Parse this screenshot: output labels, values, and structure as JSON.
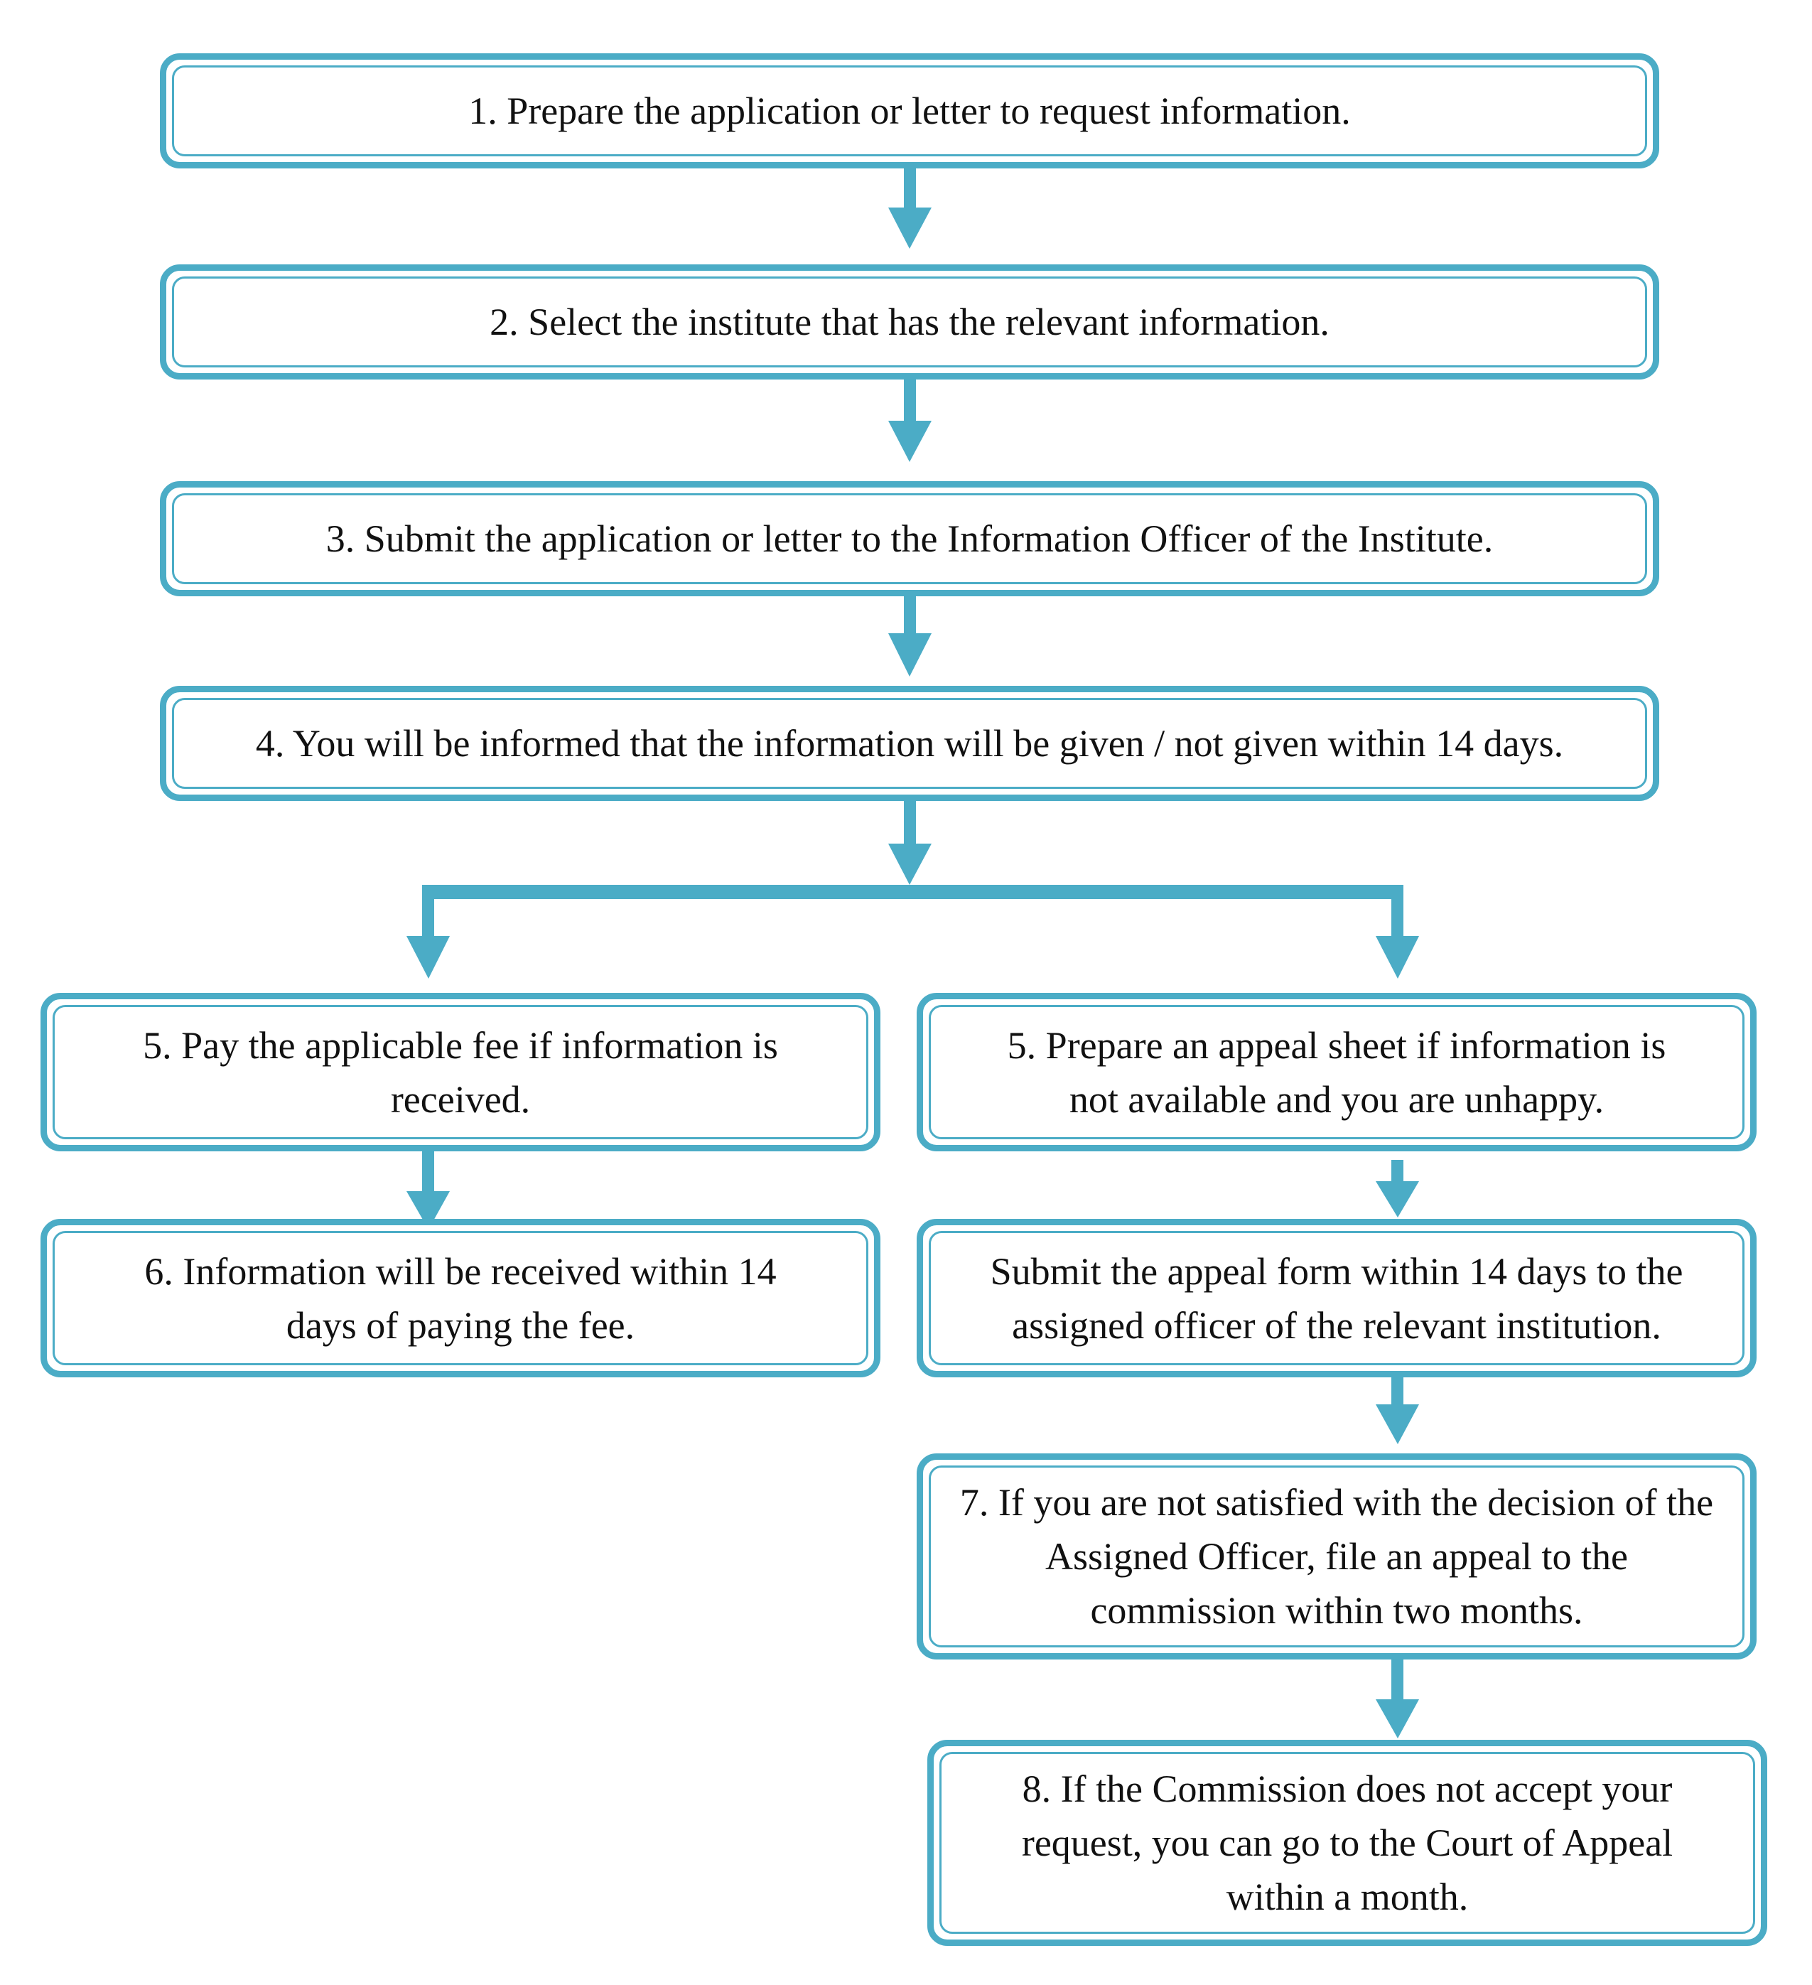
{
  "steps": {
    "step1": "1. Prepare the application or letter to request information.",
    "step2": "2. Select the institute that has the relevant information.",
    "step3": "3. Submit the application or letter to the Information Officer of the Institute.",
    "step4": "4. You will be informed that the information will be given / not given within 14 days.",
    "step5_pay": "5. Pay the applicable fee if information is received.",
    "step5_appeal": "5. Prepare an appeal sheet if information is not available and you are unhappy.",
    "step6": "6. Information will be received within 14 days of paying the fee.",
    "step6_submit": "Submit the appeal form within 14 days to the assigned officer of the relevant institution.",
    "step7": "7. If you are not satisfied with the decision of the Assigned Officer, file an appeal to the commission within two months.",
    "step8": "8. If the Commission does not accept your request, you can go to the Court of Appeal within a month."
  },
  "colors": {
    "accent": "#4bacc6",
    "text": "#111111",
    "background": "#ffffff"
  }
}
